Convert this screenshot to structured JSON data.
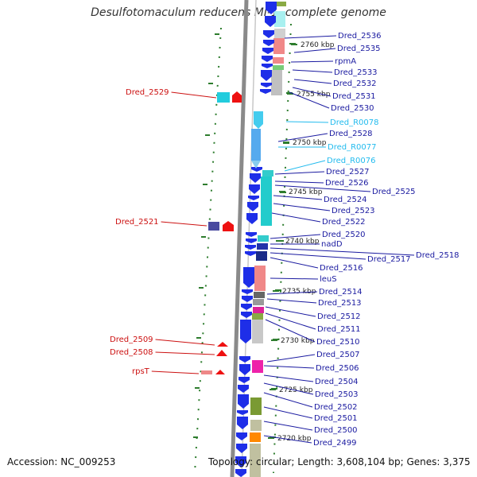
{
  "title": "Desulfotomaculum reducens MI-1, complete genome",
  "footer": {
    "accession": "Accession: NC_009253",
    "summary": "Topology: circular; Length: 3,608,104 bp; Genes: 3,375"
  },
  "colors": {
    "label_protein": "#1a1aa0",
    "label_rna": "#22bbee",
    "label_left": "#cc1111",
    "kbp_text": "#222222",
    "tick_green": "#2e7d2e"
  },
  "kbp_marks": [
    "2760 kbp",
    "2755 kbp",
    "2750 kbp",
    "2745 kbp",
    "2740 kbp",
    "2735 kbp",
    "2730 kbp",
    "2725 kbp",
    "2720 kbp"
  ],
  "right_labels": [
    {
      "text": "Dred_2536",
      "kind": "protein"
    },
    {
      "text": "Dred_2535",
      "kind": "protein"
    },
    {
      "text": "rpmA",
      "kind": "protein"
    },
    {
      "text": "Dred_2533",
      "kind": "protein"
    },
    {
      "text": "Dred_2532",
      "kind": "protein"
    },
    {
      "text": "Dred_2531",
      "kind": "protein"
    },
    {
      "text": "Dred_2530",
      "kind": "protein"
    },
    {
      "text": "Dred_R0078",
      "kind": "rna"
    },
    {
      "text": "Dred_2528",
      "kind": "protein"
    },
    {
      "text": "Dred_R0077",
      "kind": "rna"
    },
    {
      "text": "Dred_R0076",
      "kind": "rna"
    },
    {
      "text": "Dred_2527",
      "kind": "protein"
    },
    {
      "text": "Dred_2526",
      "kind": "protein"
    },
    {
      "text": "Dred_2525",
      "kind": "protein"
    },
    {
      "text": "Dred_2524",
      "kind": "protein"
    },
    {
      "text": "Dred_2523",
      "kind": "protein"
    },
    {
      "text": "Dred_2522",
      "kind": "protein"
    },
    {
      "text": "Dred_2520",
      "kind": "protein"
    },
    {
      "text": "nadD",
      "kind": "protein"
    },
    {
      "text": "Dred_2518",
      "kind": "protein"
    },
    {
      "text": "Dred_2517",
      "kind": "protein"
    },
    {
      "text": "Dred_2516",
      "kind": "protein"
    },
    {
      "text": "leuS",
      "kind": "protein"
    },
    {
      "text": "Dred_2514",
      "kind": "protein"
    },
    {
      "text": "Dred_2513",
      "kind": "protein"
    },
    {
      "text": "Dred_2512",
      "kind": "protein"
    },
    {
      "text": "Dred_2511",
      "kind": "protein"
    },
    {
      "text": "Dred_2510",
      "kind": "protein"
    },
    {
      "text": "Dred_2507",
      "kind": "protein"
    },
    {
      "text": "Dred_2506",
      "kind": "protein"
    },
    {
      "text": "Dred_2504",
      "kind": "protein"
    },
    {
      "text": "Dred_2503",
      "kind": "protein"
    },
    {
      "text": "Dred_2502",
      "kind": "protein"
    },
    {
      "text": "Dred_2501",
      "kind": "protein"
    },
    {
      "text": "Dred_2500",
      "kind": "protein"
    },
    {
      "text": "Dred_2499",
      "kind": "protein"
    }
  ],
  "left_labels": [
    "Dred_2529",
    "Dred_2521",
    "Dred_2509",
    "Dred_2508",
    "rpsT"
  ]
}
